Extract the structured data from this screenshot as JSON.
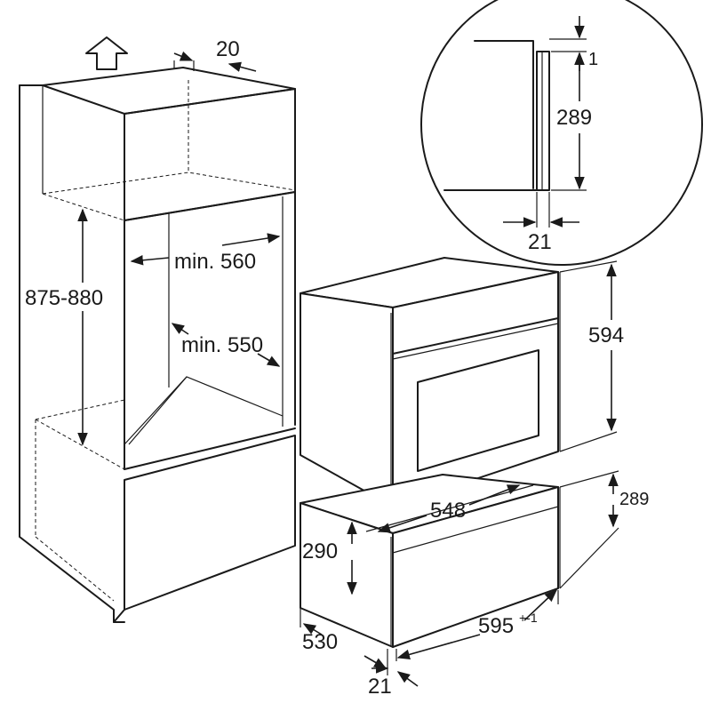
{
  "dimensions": {
    "top_gap": "20",
    "cabinet_height": "875-880",
    "niche_width_min": "min. 560",
    "niche_depth_min": "min. 550",
    "detail_top_gap": "1",
    "detail_height": "289",
    "detail_depth": "21",
    "oven_height": "594",
    "inner_width": "548",
    "drawer_height": "289",
    "drawer_body_height": "290",
    "body_depth": "530",
    "front_width": "595",
    "front_width_tolerance": "+-1",
    "front_thickness": "21"
  },
  "icons": {
    "up_arrow": "up-arrow-icon"
  },
  "colors": {
    "line": "#1a1a1a",
    "background": "#ffffff"
  }
}
